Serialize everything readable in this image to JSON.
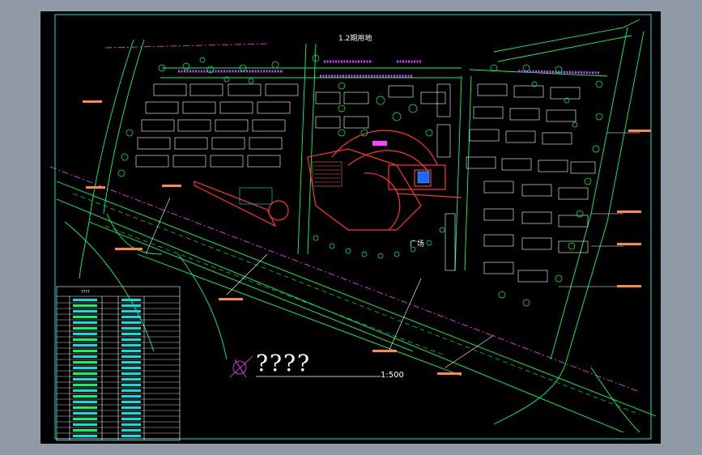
{
  "drawing": {
    "title_text": "1.2期用地",
    "plaza_text": "广场",
    "drawing_title": "????",
    "scale": "1:500",
    "table_title": "????"
  },
  "colors": {
    "background": "#000000",
    "frame": "#00e5e5",
    "building": "#ffffff",
    "road": "#00ff66",
    "tree": "#00ff44",
    "boundary": "#ff3333",
    "magenta": "#ff44ff",
    "axis": "#ff44ff",
    "callout": "#ff8844"
  }
}
